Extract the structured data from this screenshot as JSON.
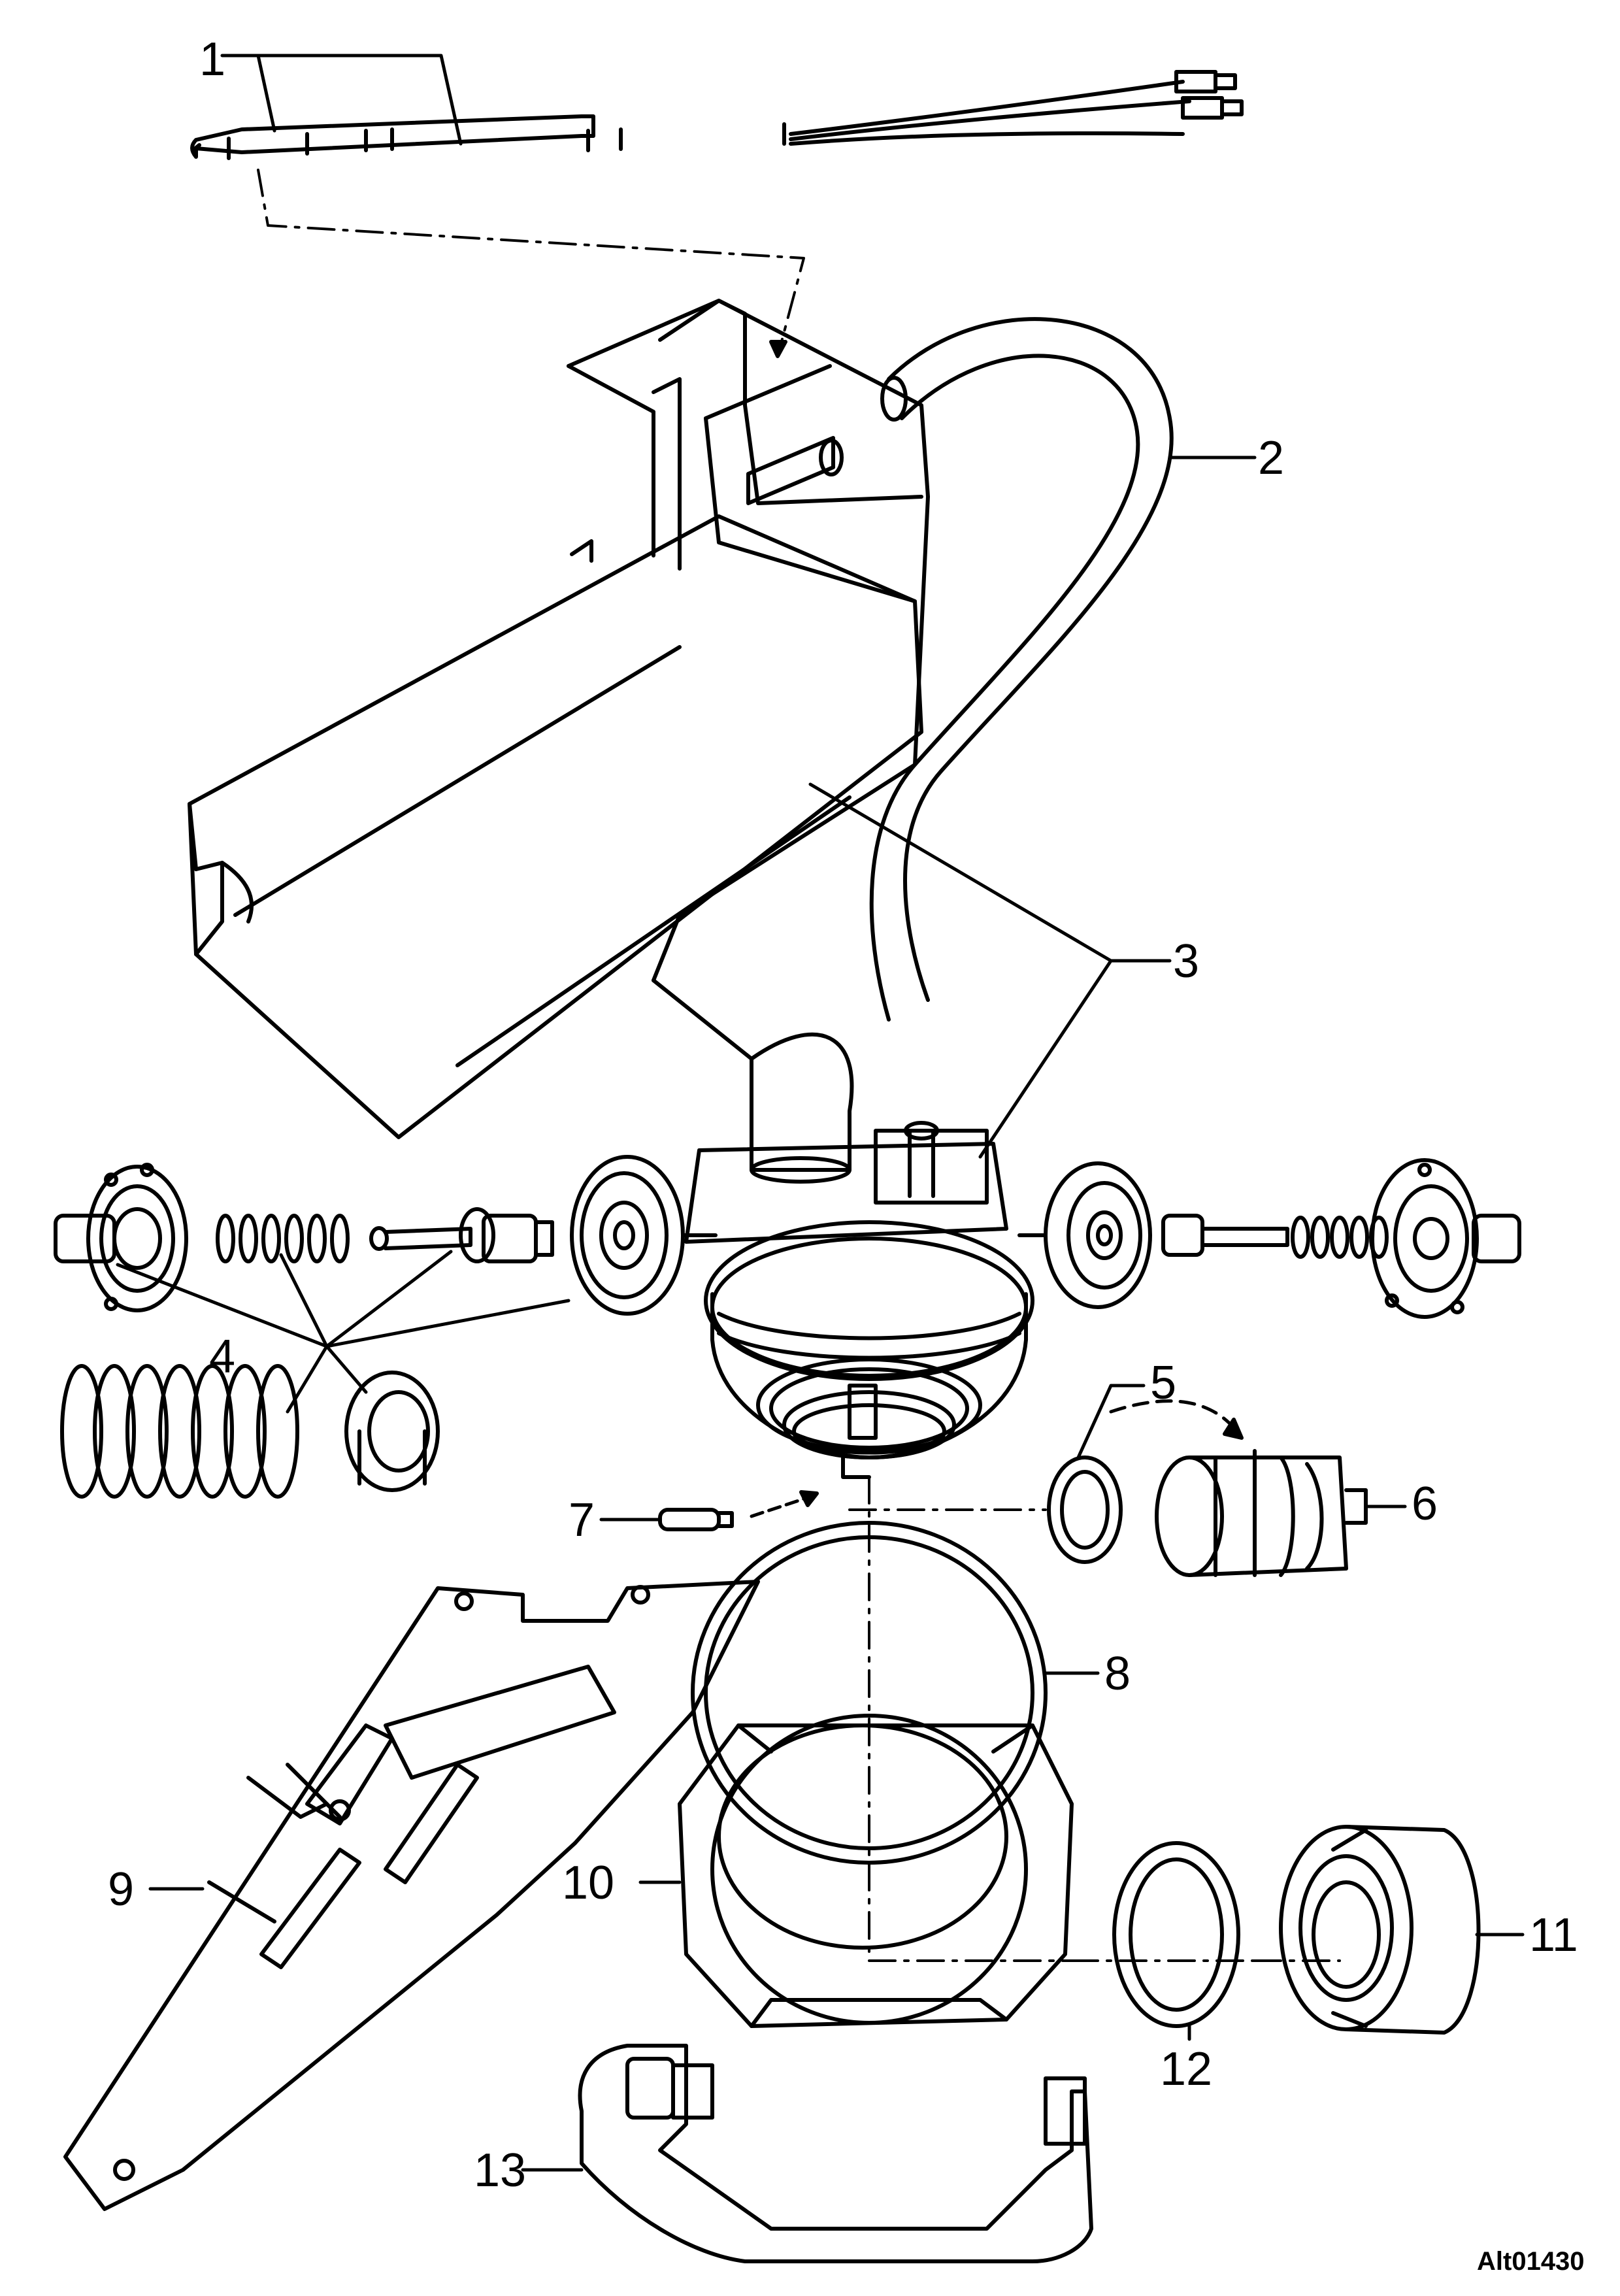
{
  "figure_code": "Alt01430",
  "callouts": [
    {
      "id": "1",
      "text": "1"
    },
    {
      "id": "2",
      "text": "2"
    },
    {
      "id": "3",
      "text": "3"
    },
    {
      "id": "4",
      "text": "4"
    },
    {
      "id": "5",
      "text": "5"
    },
    {
      "id": "6",
      "text": "6"
    },
    {
      "id": "7",
      "text": "7"
    },
    {
      "id": "8",
      "text": "8"
    },
    {
      "id": "9",
      "text": "9"
    },
    {
      "id": "10",
      "text": "10"
    },
    {
      "id": "11",
      "text": "11"
    },
    {
      "id": "12",
      "text": "12"
    },
    {
      "id": "13",
      "text": "13"
    }
  ],
  "colors": {
    "line": "#000000",
    "background": "#ffffff"
  }
}
